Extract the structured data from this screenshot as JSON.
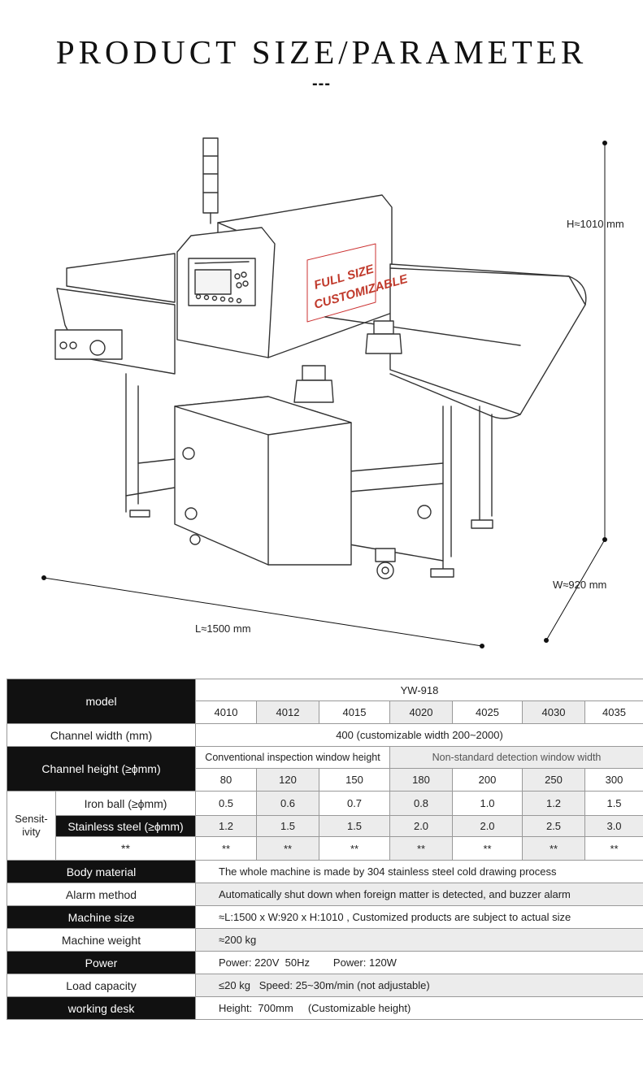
{
  "page": {
    "title": "PRODUCT SIZE/PARAMETER",
    "title_mark": "---"
  },
  "drawing": {
    "overlay_line1": "FULL SIZE",
    "overlay_line2": "CUSTOMIZABLE",
    "height_label": "H≈1010 mm",
    "width_label": "W≈920 mm",
    "length_label": "L≈1500 mm"
  },
  "table": {
    "model_label": "model",
    "model_name": "YW-918",
    "models": [
      "4010",
      "4012",
      "4015",
      "4020",
      "4025",
      "4030",
      "4035"
    ],
    "channel_width_label": "Channel width (mm)",
    "channel_width_value": "400  (customizable width 200~2000)",
    "channel_height_label": "Channel height (≥ϕmm)",
    "conventional_label": "Conventional inspection window height",
    "nonstandard_label": "Non-standard detection window width",
    "channel_heights": [
      "80",
      "120",
      "150",
      "180",
      "200",
      "250",
      "300"
    ],
    "sensitivity_label": "Sensit-\nivity",
    "iron_ball_label": "Iron ball (≥ϕmm)",
    "iron_ball_values": [
      "0.5",
      "0.6",
      "0.7",
      "0.8",
      "1.0",
      "1.2",
      "1.5"
    ],
    "stainless_label": "Stainless steel (≥ϕmm)",
    "stainless_values": [
      "1.2",
      "1.5",
      "1.5",
      "2.0",
      "2.0",
      "2.5",
      "3.0"
    ],
    "other_label": "**",
    "other_values": [
      "**",
      "**",
      "**",
      "**",
      "**",
      "**",
      "**"
    ],
    "rows": [
      {
        "label": "Body material",
        "value": "The whole machine is made by 304 stainless steel cold drawing process"
      },
      {
        "label": "Alarm method",
        "value": "Automatically shut down when foreign matter is detected, and buzzer alarm"
      },
      {
        "label": "Machine size",
        "value": "≈L:1500 x W:920 x H:1010 , Customized products are subject to actual size"
      },
      {
        "label": "Machine weight",
        "value": "≈200 kg"
      },
      {
        "label": "Power",
        "value": "Power: 220V  50Hz        Power: 120W"
      },
      {
        "label": "Load capacity",
        "value": "≤20 kg   Speed: 25~30m/min (not adjustable)"
      },
      {
        "label": "working desk",
        "value": "Height:  700mm     (Customizable height)"
      }
    ]
  }
}
